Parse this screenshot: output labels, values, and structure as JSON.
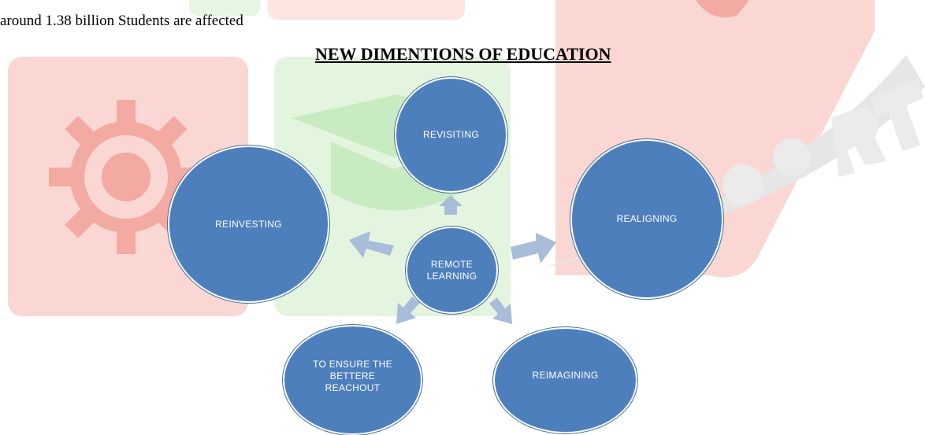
{
  "page": {
    "intro_text": "around 1.38 billion Students are affected",
    "heading": "NEW DIMENTIONS OF EDUCATION"
  },
  "diagram": {
    "center": {
      "label": "REMOTE LEARNING"
    },
    "nodes": [
      {
        "id": "revisiting",
        "label": "REVISITING"
      },
      {
        "id": "reinvesting",
        "label": "REINVESTING"
      },
      {
        "id": "realigning",
        "label": "REALIGNING"
      },
      {
        "id": "reach",
        "label": "TO ENSURE THE BETTERE REACHOUT"
      },
      {
        "id": "reimagining",
        "label": "REIMAGINING"
      }
    ],
    "colors": {
      "node_fill": "#4e7fbd",
      "node_border": "#3f6ea8",
      "arrow_fill": "#a9bcd9",
      "watermark_red": "#f8c9c5",
      "watermark_green": "#d8f0d2"
    }
  }
}
